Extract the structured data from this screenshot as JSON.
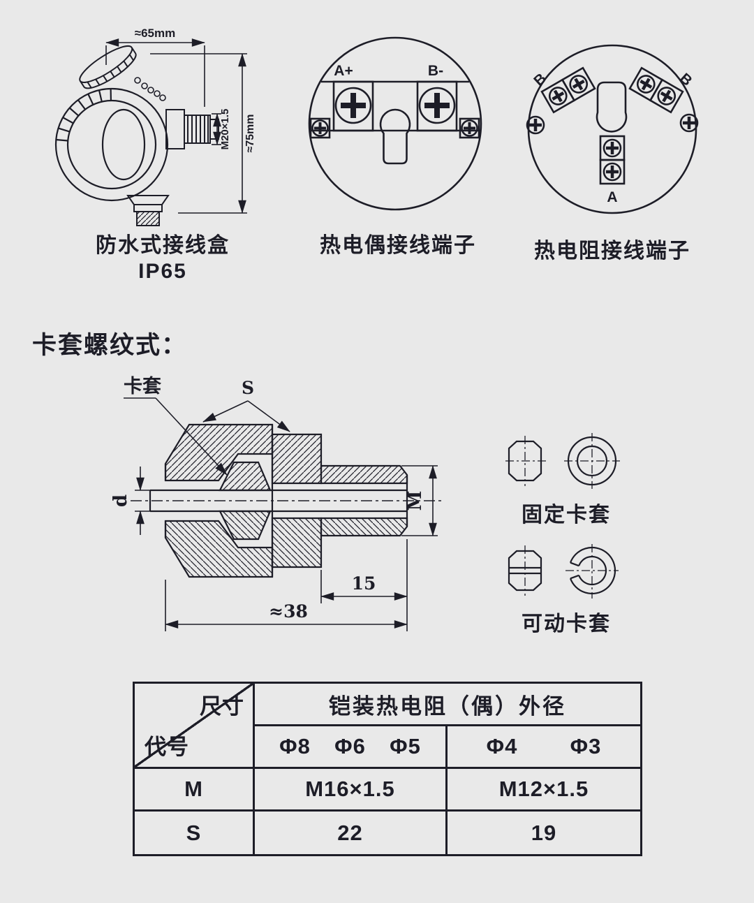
{
  "top_row": {
    "junction_box": {
      "caption": "防水式接线盒",
      "rating": "IP65",
      "dims": {
        "width": "≈65mm",
        "thread": "M20×1.5",
        "height": "≈75mm"
      }
    },
    "thermocouple": {
      "caption": "热电偶接线端子",
      "terminals": {
        "a": "A+",
        "b": "B-"
      }
    },
    "rtd": {
      "caption": "热电阻接线端子",
      "terminals": {
        "b1": "B",
        "b2": "B",
        "a": "A"
      }
    }
  },
  "ferrule_section": {
    "title": "卡套螺纹式：",
    "callout": "卡套",
    "dims": {
      "s": "S",
      "d": "d",
      "m": "M",
      "len15": "15",
      "len38": "≈38"
    },
    "views": {
      "fixed": "固定卡套",
      "movable": "可动卡套"
    }
  },
  "table": {
    "corner": {
      "top": "尺寸",
      "bottom": "代号"
    },
    "header": "铠装热电阻（偶）外径",
    "dia_left": [
      "Φ8",
      "Φ6",
      "Φ5"
    ],
    "dia_right": [
      "Φ4",
      "Φ3"
    ],
    "rows": [
      {
        "code": "M",
        "left": "M16×1.5",
        "right": "M12×1.5"
      },
      {
        "code": "S",
        "left": "22",
        "right": "19"
      }
    ]
  }
}
